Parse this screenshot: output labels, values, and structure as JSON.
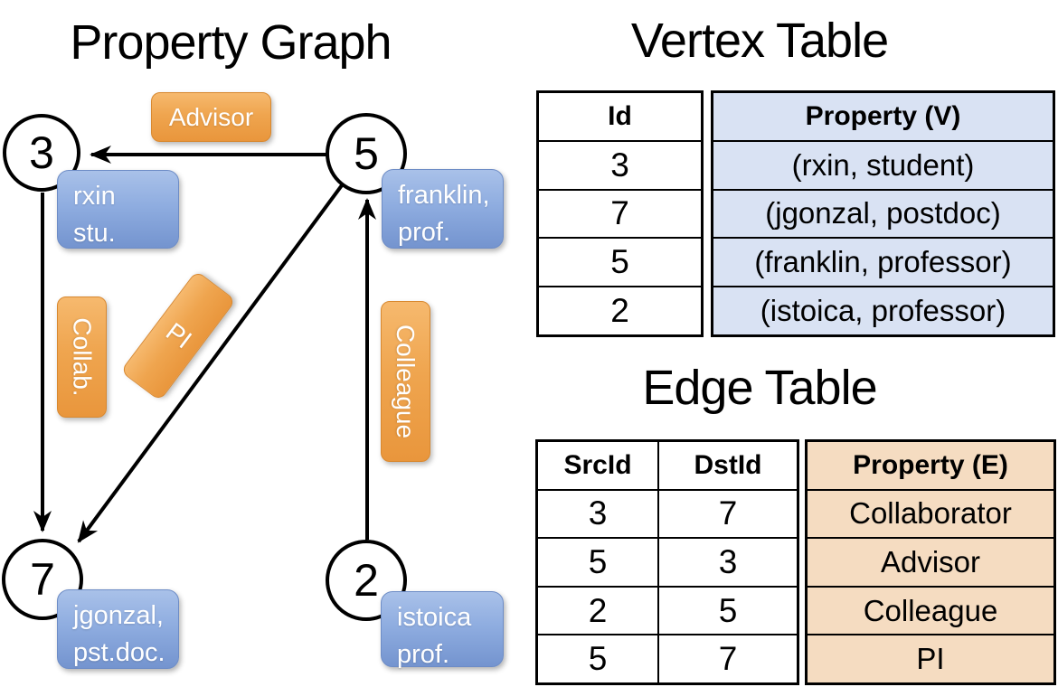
{
  "titles": {
    "graph": "Property Graph",
    "vertex": "Vertex Table",
    "edge": "Edge Table"
  },
  "graph": {
    "nodes": [
      {
        "id": "3",
        "line1": "rxin",
        "line2": "stu."
      },
      {
        "id": "5",
        "line1": "franklin,",
        "line2": "prof."
      },
      {
        "id": "7",
        "line1": "jgonzal,",
        "line2": "pst.doc."
      },
      {
        "id": "2",
        "line1": "istoica",
        "line2": "prof."
      }
    ],
    "edge_labels": {
      "advisor": "Advisor",
      "collab": "Collab.",
      "pi": "PI",
      "colleague": "Colleague"
    },
    "edges": [
      {
        "from": "5",
        "to": "3",
        "label": "Advisor"
      },
      {
        "from": "3",
        "to": "7",
        "label": "Collab."
      },
      {
        "from": "5",
        "to": "7",
        "label": "PI"
      },
      {
        "from": "2",
        "to": "5",
        "label": "Colleague"
      }
    ]
  },
  "vertex_table": {
    "headers": {
      "id": "Id",
      "property": "Property (V)"
    },
    "rows": [
      {
        "id": "3",
        "property": "(rxin, student)"
      },
      {
        "id": "7",
        "property": "(jgonzal, postdoc)"
      },
      {
        "id": "5",
        "property": "(franklin, professor)"
      },
      {
        "id": "2",
        "property": "(istoica, professor)"
      }
    ]
  },
  "edge_table": {
    "headers": {
      "src": "SrcId",
      "dst": "DstId",
      "property": "Property (E)"
    },
    "rows": [
      {
        "src": "3",
        "dst": "7",
        "property": "Collaborator"
      },
      {
        "src": "5",
        "dst": "3",
        "property": "Advisor"
      },
      {
        "src": "2",
        "dst": "5",
        "property": "Colleague"
      },
      {
        "src": "5",
        "dst": "7",
        "property": "PI"
      }
    ]
  },
  "colors": {
    "edge_label_orange": "#EFA54F",
    "node_property_blue": "#8FADE0",
    "vertex_cell_bg": "#D9E2F3",
    "edge_cell_bg": "#F5DCC1",
    "line_black": "#000000"
  }
}
